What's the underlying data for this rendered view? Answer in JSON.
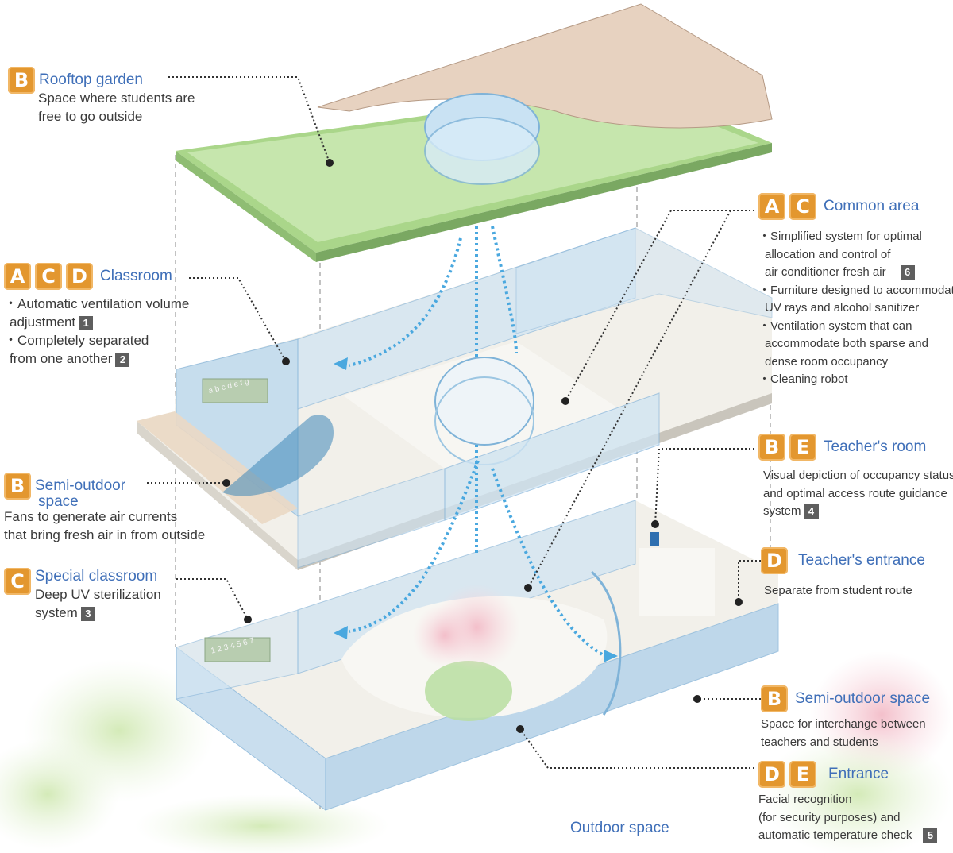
{
  "labels": {
    "rooftop": {
      "badges": [
        "B"
      ],
      "title": "Rooftop garden",
      "lines": [
        "Space where students are",
        "free to go outside"
      ]
    },
    "classroom": {
      "badges": [
        "A",
        "C",
        "D"
      ],
      "title": "Classroom",
      "items": [
        {
          "lines": [
            "・Automatic ventilation volume",
            "adjustment"
          ],
          "num": "1"
        },
        {
          "lines": [
            "・Completely separated",
            "from one another"
          ],
          "num": "2"
        }
      ]
    },
    "semi_outdoor_upper": {
      "badges": [
        "B"
      ],
      "title_lines": [
        "Semi-outdoor",
        "space"
      ],
      "lines": [
        "Fans to generate air currents",
        "that bring fresh air in from outside"
      ]
    },
    "special_classroom": {
      "badges": [
        "C"
      ],
      "title": "Special classroom",
      "lines": [
        "Deep UV sterilization",
        "system"
      ],
      "num": "3"
    },
    "common_area": {
      "badges": [
        "A",
        "C"
      ],
      "title": "Common area",
      "items": [
        {
          "lines": [
            "・Simplified system for optimal",
            "allocation and control of",
            "air conditioner fresh air"
          ],
          "num": "6"
        },
        {
          "lines": [
            "・Furniture designed to accommodate",
            "UV rays and alcohol sanitizer"
          ]
        },
        {
          "lines": [
            "・Ventilation system that can",
            "accommodate both sparse and",
            "dense room occupancy"
          ]
        },
        {
          "lines": [
            "・Cleaning robot"
          ]
        }
      ]
    },
    "teachers_room": {
      "badges": [
        "B",
        "E"
      ],
      "title": "Teacher's room",
      "lines": [
        "Visual depiction of occupancy status",
        "and optimal access route guidance",
        "system"
      ],
      "num": "4"
    },
    "teachers_entrance": {
      "badges": [
        "D"
      ],
      "title": "Teacher's entrance",
      "lines": [
        "Separate from student route"
      ]
    },
    "semi_outdoor_lower": {
      "badges": [
        "B"
      ],
      "title": "Semi-outdoor space",
      "lines": [
        "Space for interchange between",
        "teachers and students"
      ]
    },
    "entrance": {
      "badges": [
        "D",
        "E"
      ],
      "title": "Entrance",
      "lines": [
        "Facial recognition",
        "(for security purposes) and",
        "automatic temperature check"
      ],
      "num": "5"
    },
    "outdoor_space": {
      "title": "Outdoor space"
    }
  },
  "boards": {
    "upper": "a b c d e f g",
    "lower": "1 2 3 4 5 6 7"
  },
  "colors": {
    "badge": "#e3972f",
    "title": "#3f6fb8",
    "number_box": "#5e5e5e",
    "glass": "#bcd9ee",
    "floor": "#f1efe9",
    "roof_grass": "#bfe0a4",
    "roof_deck": "#e8d4c2",
    "airflow": "#4aa8df"
  }
}
